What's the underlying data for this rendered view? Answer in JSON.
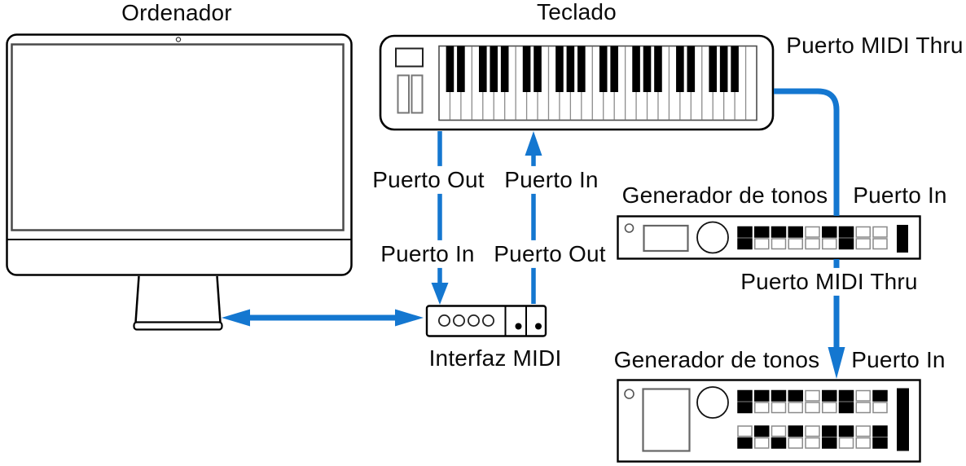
{
  "diagram": {
    "title_context": "MIDI setup diagram",
    "labels": {
      "computer": "Ordenador",
      "keyboard": "Teclado",
      "midi_thru_top": "Puerto MIDI Thru",
      "port_out_1": "Puerto Out",
      "port_in_1": "Puerto In",
      "port_in_2": "Puerto In",
      "port_out_2": "Puerto Out",
      "tone_generator_1": "Generador de tonos",
      "port_in_gen1": "Puerto In",
      "midi_thru_mid": "Puerto MIDI Thru",
      "interface": "Interfaz MIDI",
      "tone_generator_2": "Generador de tonos",
      "port_in_gen2": "Puerto In"
    },
    "colors": {
      "arrow_blue": "#1477d0",
      "outline": "#000000",
      "text": "#0a0a0a"
    },
    "keyboard": {
      "octaves": 4,
      "white_keys": 29
    },
    "generator1": {
      "buttons": [
        [
          1,
          1,
          1,
          1,
          0,
          1,
          1,
          0,
          0
        ],
        [
          1,
          0,
          0,
          0,
          0,
          0,
          1,
          0,
          0
        ]
      ]
    },
    "generator2": {
      "buttons": [
        [
          1,
          1,
          1,
          1,
          0,
          1,
          1,
          0,
          1
        ],
        [
          1,
          0,
          0,
          0,
          0,
          0,
          1,
          0,
          0
        ],
        [
          0,
          1,
          0,
          1,
          0,
          1,
          1,
          0,
          1
        ],
        [
          1,
          0,
          1,
          0,
          0,
          1,
          0,
          0,
          1
        ]
      ]
    }
  }
}
